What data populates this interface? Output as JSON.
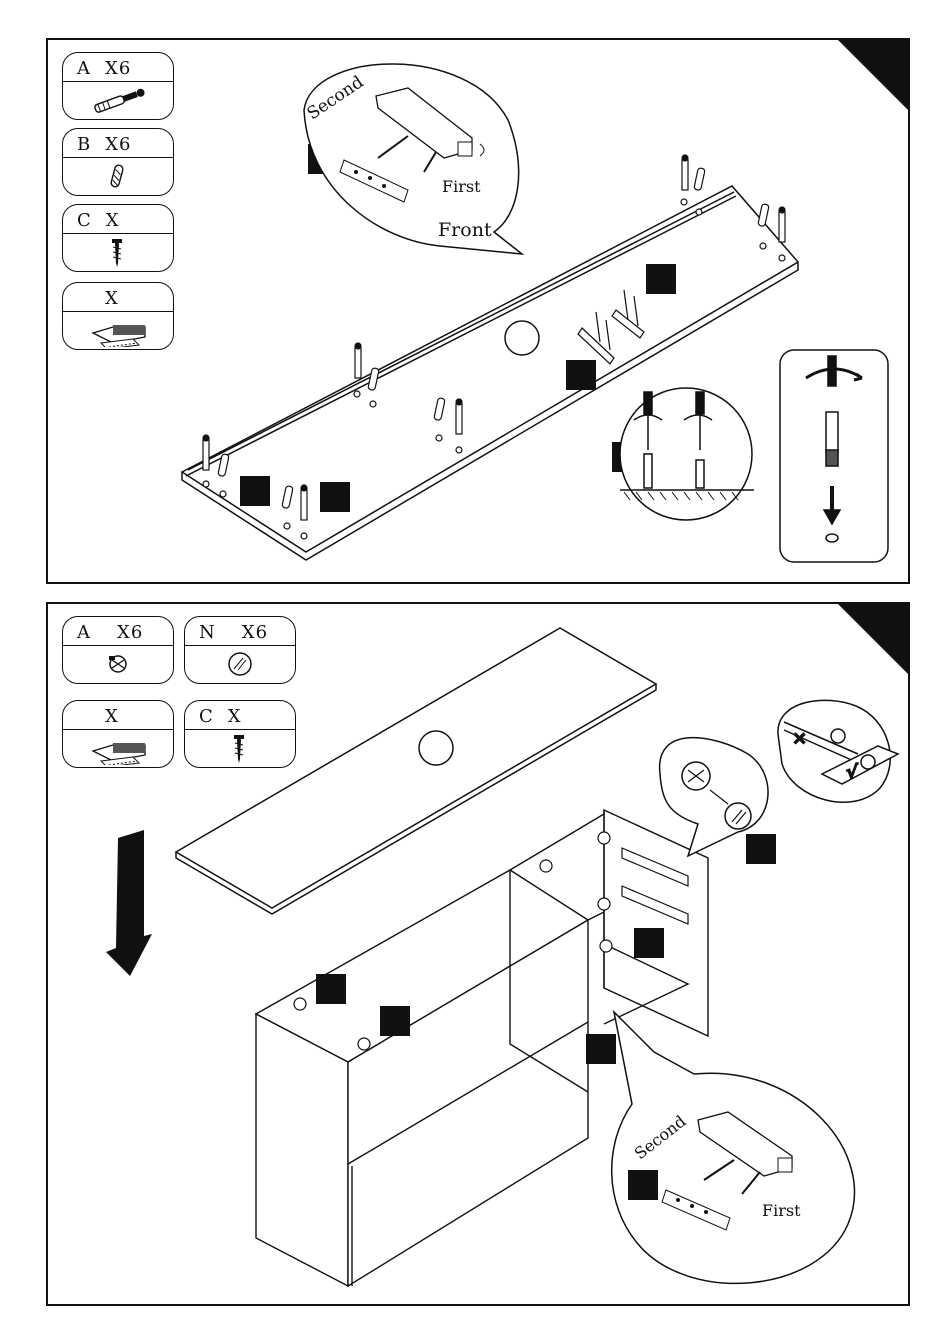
{
  "panel1": {
    "parts": [
      {
        "letter": "A",
        "qty": "X6",
        "icon": "cam-bolt-icon"
      },
      {
        "letter": "B",
        "qty": "X6",
        "icon": "wood-dowel-icon"
      },
      {
        "letter": "C",
        "qty": "X",
        "icon": "screw-icon"
      },
      {
        "letter": "",
        "qty": "X",
        "icon": "push-latch-icon"
      }
    ],
    "callout": {
      "second": "Second",
      "first": "First",
      "front": "Front"
    }
  },
  "panel2": {
    "parts": [
      {
        "letter": "A",
        "qty": "X6",
        "icon": "cam-lock-icon"
      },
      {
        "letter": "N",
        "qty": "X6",
        "icon": "cover-cap-icon"
      },
      {
        "letter": "",
        "qty": "X",
        "icon": "push-latch-icon"
      },
      {
        "letter": "C",
        "qty": "X",
        "icon": "screw-icon"
      }
    ],
    "callout": {
      "second": "Second",
      "first": "First"
    },
    "orientation": {
      "wrong": "×",
      "right": "√"
    }
  }
}
